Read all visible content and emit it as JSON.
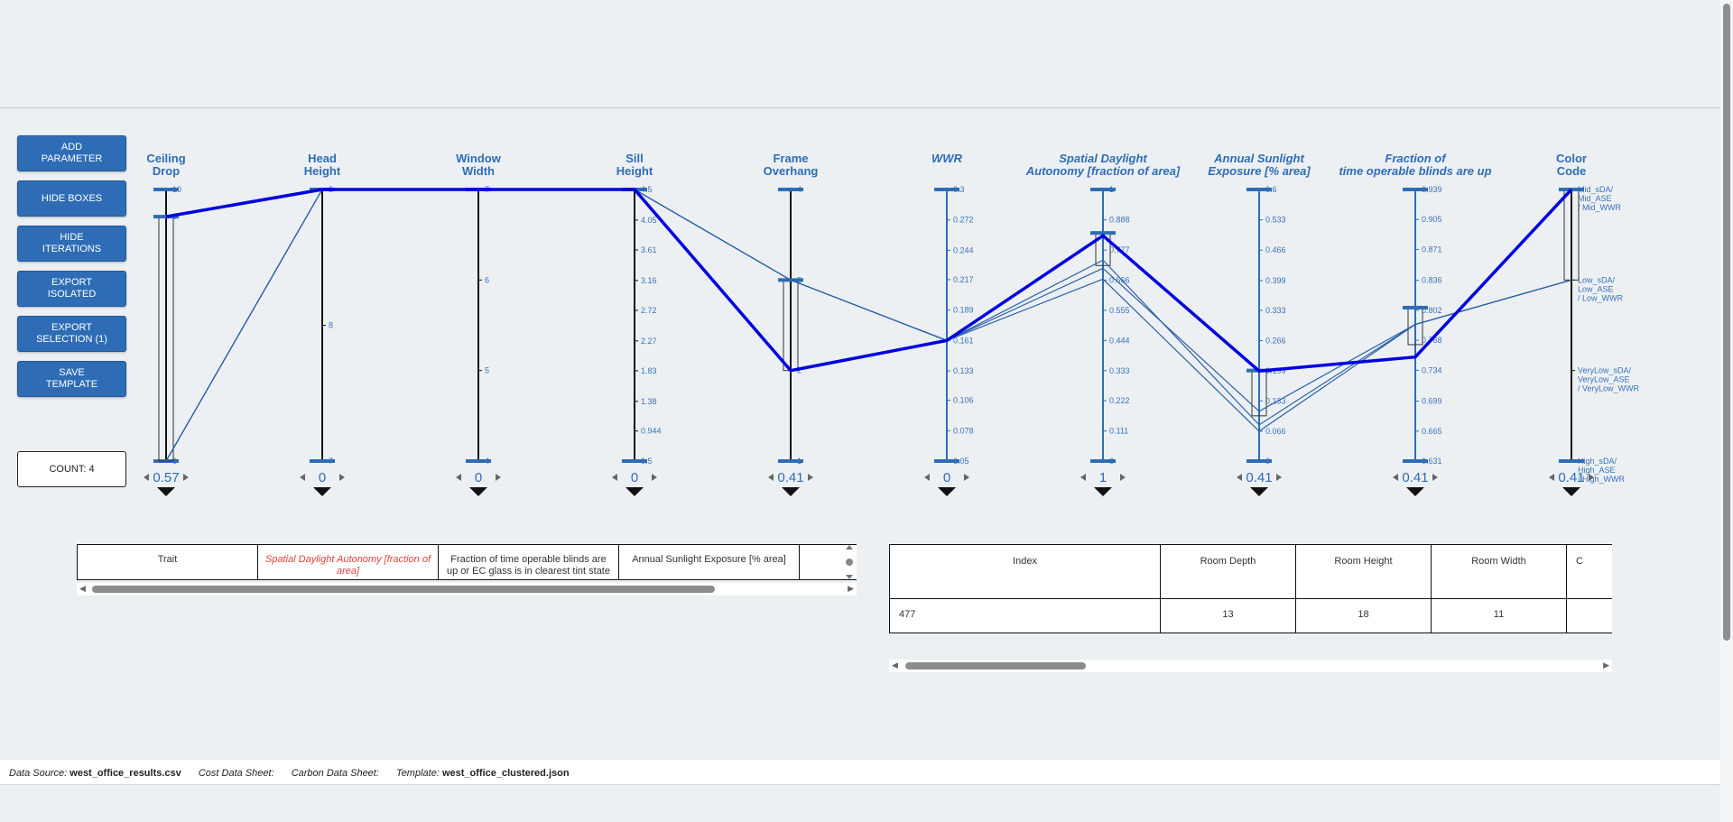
{
  "buttons": {
    "add_parameter": "ADD PARAMETER",
    "hide_boxes": "HIDE BOXES",
    "hide_iterations": "HIDE ITERATIONS",
    "export_isolated": "EXPORT ISOLATED",
    "export_selection": "EXPORT SELECTION (1)",
    "save_template": "SAVE TEMPLATE"
  },
  "count_label": "COUNT: 4",
  "colors": {
    "accent": "#2e6db5",
    "highlight_line": "#0000e0",
    "thin_line": "#2a5fa8",
    "axis_black": "#111111",
    "red_text": "#e0413a"
  },
  "chart_data": {
    "type": "parallel_coordinates",
    "axes": [
      {
        "title": [
          "Ceiling",
          "Drop"
        ],
        "italic": false,
        "axis_color": "#111111",
        "tick_labels": [
          "10",
          "9",
          "0"
        ],
        "tick_values": [
          10,
          9,
          0
        ],
        "range": [
          0,
          10
        ],
        "current_value": "0.57"
      },
      {
        "title": [
          "Head",
          "Height"
        ],
        "italic": false,
        "axis_color": "#111111",
        "tick_labels": [
          "9",
          "8",
          "7"
        ],
        "tick_values": [
          9,
          8,
          7
        ],
        "range": [
          7,
          9
        ],
        "current_value": "0"
      },
      {
        "title": [
          "Window",
          "Width"
        ],
        "italic": false,
        "axis_color": "#111111",
        "tick_labels": [
          "7",
          "6",
          "5",
          "4"
        ],
        "tick_values": [
          7,
          6,
          5,
          4
        ],
        "range": [
          4,
          7
        ],
        "current_value": "0"
      },
      {
        "title": [
          "Sill",
          "Height"
        ],
        "italic": false,
        "axis_color": "#111111",
        "tick_labels": [
          "4.5",
          "4.05",
          "3.61",
          "3.16",
          "2.72",
          "2.27",
          "1.83",
          "1.38",
          "0.944",
          "0.5"
        ],
        "tick_values": [
          4.5,
          4.05,
          3.61,
          3.16,
          2.72,
          2.27,
          1.83,
          1.38,
          0.944,
          0.5
        ],
        "range": [
          0.5,
          4.5
        ],
        "current_value": "0"
      },
      {
        "title": [
          "Frame",
          "Overhang"
        ],
        "italic": false,
        "axis_color": "#111111",
        "tick_labels": [
          "4",
          "3",
          "2",
          "1"
        ],
        "tick_values": [
          4,
          3,
          2,
          1
        ],
        "range": [
          1,
          4
        ],
        "current_value": "0.41"
      },
      {
        "title": [
          "WWR"
        ],
        "italic": true,
        "axis_color": "#2e6db5",
        "tick_labels": [
          "0.3",
          "0.272",
          "0.244",
          "0.217",
          "0.189",
          "0.161",
          "0.133",
          "0.106",
          "0.078",
          "0.05"
        ],
        "tick_values": [
          0.3,
          0.272,
          0.244,
          0.217,
          0.189,
          0.161,
          0.133,
          0.106,
          0.078,
          0.05
        ],
        "range": [
          0.05,
          0.3
        ],
        "current_value": "0"
      },
      {
        "title": [
          "Spatial Daylight",
          "Autonomy [fraction of area]"
        ],
        "italic": true,
        "axis_color": "#2e6db5",
        "tick_labels": [
          "1",
          "0.888",
          "0.777",
          "0.666",
          "0.555",
          "0.444",
          "0.333",
          "0.222",
          "0.111",
          "0"
        ],
        "tick_values": [
          1,
          0.888,
          0.777,
          0.666,
          0.555,
          0.444,
          0.333,
          0.222,
          0.111,
          0
        ],
        "range": [
          0,
          1
        ],
        "current_value": "1"
      },
      {
        "title": [
          "Annual Sunlight",
          "Exposure [% area]"
        ],
        "italic": true,
        "axis_color": "#2e6db5",
        "tick_labels": [
          "0.6",
          "0.533",
          "0.466",
          "0.399",
          "0.333",
          "0.266",
          "0.199",
          "0.133",
          "0.066",
          "0"
        ],
        "tick_values": [
          0.6,
          0.533,
          0.466,
          0.399,
          0.333,
          0.266,
          0.199,
          0.133,
          0.066,
          0
        ],
        "range": [
          0,
          0.6
        ],
        "current_value": "0.41"
      },
      {
        "title": [
          "Fraction of",
          "time operable blinds are up"
        ],
        "italic": true,
        "axis_color": "#2e6db5",
        "tick_labels": [
          "0.939",
          "0.905",
          "0.871",
          "0.836",
          "0.802",
          "0.768",
          "0.734",
          "0.699",
          "0.665",
          "0.631"
        ],
        "tick_values": [
          0.939,
          0.905,
          0.871,
          0.836,
          0.802,
          0.768,
          0.734,
          0.699,
          0.665,
          0.631
        ],
        "range": [
          0.631,
          0.939
        ],
        "current_value": "0.41"
      },
      {
        "title": [
          "Color",
          "Code"
        ],
        "italic": false,
        "axis_color": "#111111",
        "categorical": true,
        "tick_labels": [
          "Mid_sDA/\nMid_ASE\n/ Mid_WWR",
          "Low_sDA/\nLow_ASE\n/ Low_WWR",
          "VeryLow_sDA/\nVeryLow_ASE\n/ VeryLow_WWR",
          "High_sDA/\nHigh_ASE\n/ High_WWR"
        ],
        "tick_values": [
          3,
          2,
          1,
          0
        ],
        "range": [
          0,
          3
        ],
        "current_value": "0.41"
      }
    ],
    "brushes": [
      {
        "axis": 0,
        "range": [
          0,
          9
        ]
      },
      {
        "axis": 4,
        "range": [
          2,
          3
        ]
      },
      {
        "axis": 6,
        "range": [
          0.72,
          0.84
        ]
      },
      {
        "axis": 7,
        "range": [
          0.1,
          0.2
        ]
      },
      {
        "axis": 8,
        "range": [
          0.763,
          0.805
        ]
      },
      {
        "axis": 9,
        "range": [
          2,
          3
        ]
      }
    ],
    "series": [
      {
        "highlight": true,
        "values": [
          9,
          9,
          7,
          4.5,
          2,
          0.161,
          0.83,
          0.199,
          0.749,
          3
        ]
      },
      {
        "highlight": false,
        "values": [
          0,
          9,
          7,
          4.5,
          3,
          0.161,
          0.67,
          0.066,
          0.786,
          2
        ]
      },
      {
        "highlight": false,
        "values": [
          0,
          9,
          7,
          4.5,
          3,
          0.161,
          0.74,
          0.08,
          0.786,
          2
        ]
      },
      {
        "highlight": false,
        "values": [
          0,
          9,
          7,
          4.5,
          3,
          0.161,
          0.71,
          0.11,
          0.786,
          2
        ]
      }
    ]
  },
  "trait_table": {
    "headers": [
      "Trait",
      "Spatial Daylight Autonomy [fraction of area]",
      "Fraction of time operable blinds are up or EC glass is in clearest tint state",
      "Annual Sunlight Exposure [% area]"
    ]
  },
  "index_table": {
    "headers": [
      "Index",
      "Room Depth",
      "Room Height",
      "Room Width",
      "C"
    ],
    "rows": [
      [
        "477",
        "13",
        "18",
        "11",
        ""
      ]
    ]
  },
  "footer": {
    "data_source_label": "Data Source:",
    "data_source_value": "west_office_results.csv",
    "cost_label": "Cost Data Sheet:",
    "cost_value": "",
    "carbon_label": "Carbon Data Sheet:",
    "carbon_value": "",
    "template_label": "Template:",
    "template_value": "west_office_clustered.json"
  }
}
